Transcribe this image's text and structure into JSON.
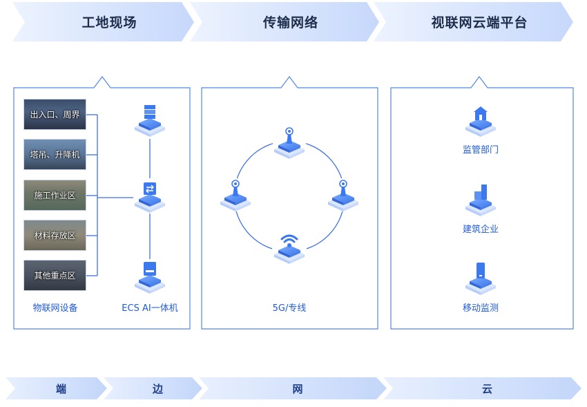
{
  "top_stages": [
    {
      "label": "工地现场"
    },
    {
      "label": "传输网络"
    },
    {
      "label": "视联网云端平台"
    }
  ],
  "bottom_stages": [
    {
      "label": "端"
    },
    {
      "label": "边"
    },
    {
      "label": "网"
    },
    {
      "label": "云"
    }
  ],
  "site": {
    "cameras": [
      {
        "label": "出入口、周界"
      },
      {
        "label": "塔吊、升降机"
      },
      {
        "label": "施工作业区"
      },
      {
        "label": "材料存放区"
      },
      {
        "label": "其他重点区"
      }
    ],
    "iot_label": "物联网设备",
    "ecs_label": "ECS AI一体机"
  },
  "network": {
    "label": "5G/专线"
  },
  "cloud": {
    "items": [
      {
        "label": "监管部门",
        "icon": "building-icon"
      },
      {
        "label": "建筑企业",
        "icon": "factory-icon"
      },
      {
        "label": "移动监测",
        "icon": "phone-icon"
      }
    ]
  },
  "colors": {
    "accent": "#3e7cf4",
    "line": "#3c6fe0",
    "panel_border": "#4f86e8",
    "chevron_start": "#e9f0fd",
    "chevron_end": "#c9dafb"
  }
}
